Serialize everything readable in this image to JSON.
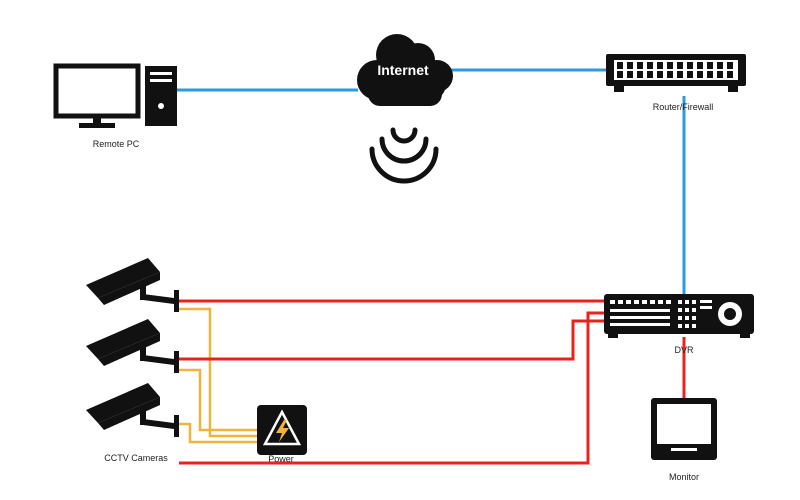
{
  "diagram": {
    "nodes": {
      "remote_pc": {
        "label": "Remote PC",
        "icon": "desktop-computer-icon"
      },
      "internet": {
        "label": "Internet",
        "icon": "cloud-icon"
      },
      "router": {
        "label": "Router/Firewall",
        "icon": "router-icon"
      },
      "dvr": {
        "label": "DVR",
        "icon": "dvr-recorder-icon"
      },
      "monitor": {
        "label": "Monitor",
        "icon": "monitor-icon"
      },
      "cameras": {
        "label": "CCTV Cameras",
        "icon": "cctv-camera-icon"
      },
      "power": {
        "label": "Power",
        "icon": "power-supply-icon"
      }
    },
    "colors": {
      "network_link": "#2b9be0",
      "video_link": "#e8231c",
      "power_link": "#f2b33d",
      "device": "#111111"
    }
  }
}
